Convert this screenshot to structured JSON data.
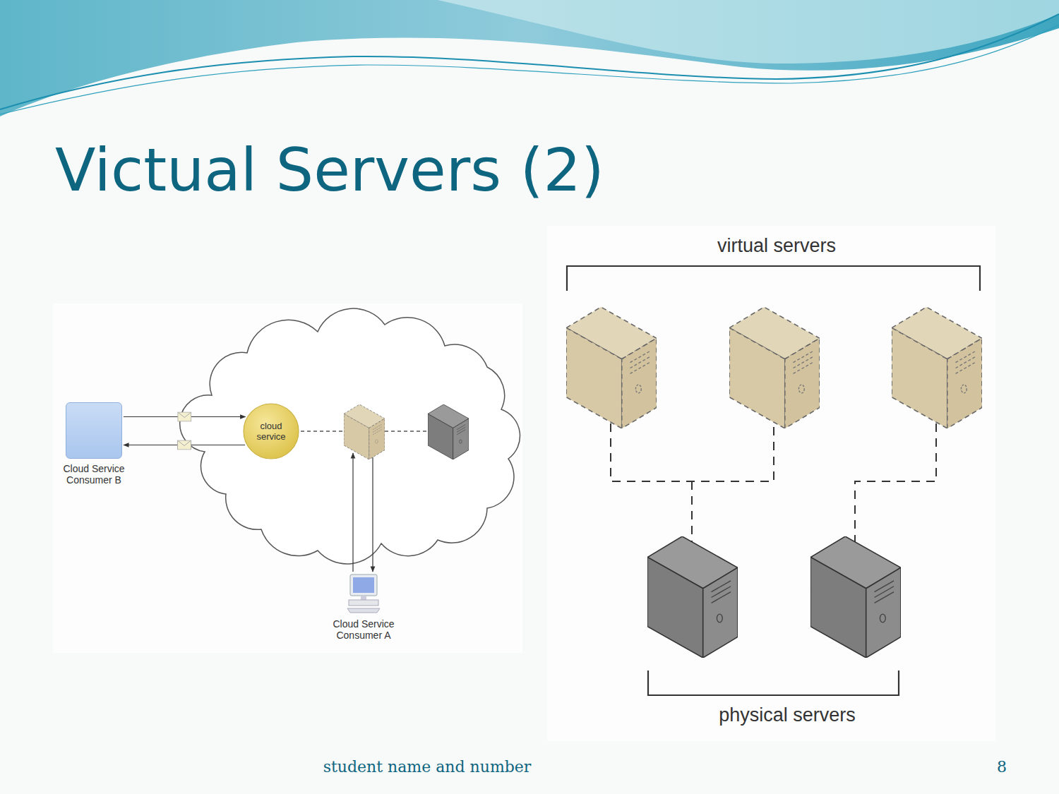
{
  "diagram": {
    "title": "Victual Servers (2)",
    "nodes": [
      {
        "text": [
          "Cloud Service Consumer B"
        ]
      },
      {
        "text": [
          "cloud service"
        ]
      },
      {
        "text": [
          "Cloud Service Consumer A"
        ]
      }
    ],
    "edges": [
      {
        "from": 0,
        "to": 1,
        "arrow": "to"
      },
      {
        "from": 1,
        "to": 0,
        "arrow": "to"
      }
    ],
    "labels": [
      "virtual servers",
      "physical servers",
      "student name and number",
      "8"
    ]
  }
}
